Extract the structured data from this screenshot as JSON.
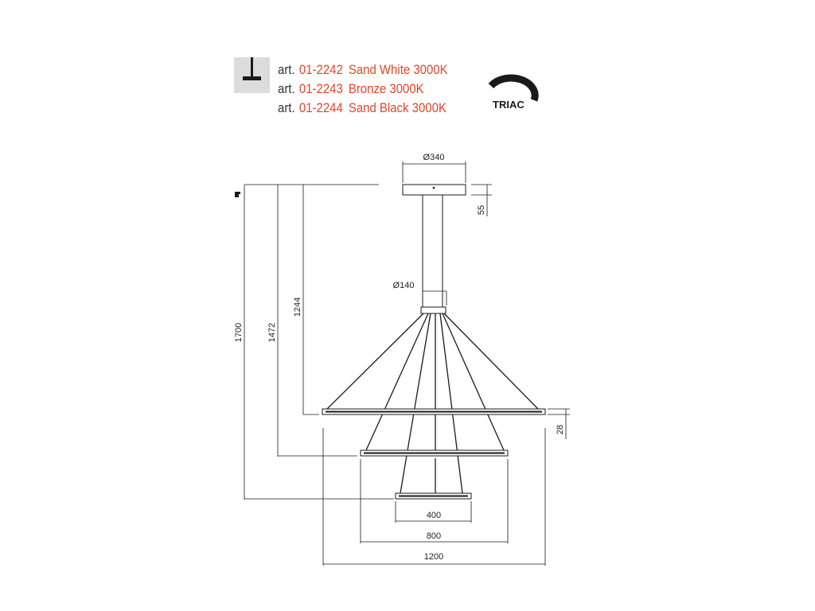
{
  "articles": [
    {
      "prefix": "art.",
      "code": "01-2242",
      "name": "Sand White 3000K"
    },
    {
      "prefix": "art.",
      "code": "01-2243",
      "name": "Bronze 3000K"
    },
    {
      "prefix": "art.",
      "code": "01-2244",
      "name": "Sand Black 3000K"
    }
  ],
  "triac_label": "TRIAC",
  "dimensions": {
    "canopy_diameter": "Ø340",
    "canopy_height": "55",
    "connector_diameter": "Ø140",
    "ring_thickness": "28",
    "total_height": "1700",
    "height_middle_ring": "1472",
    "height_top_ring": "1244",
    "small_ring_diameter": "400",
    "middle_ring_diameter": "800",
    "large_ring_diameter": "1200"
  },
  "colors": {
    "accent": "#e0452a",
    "line": "#1a1a1a",
    "icon_bg": "#dcdcdc"
  }
}
